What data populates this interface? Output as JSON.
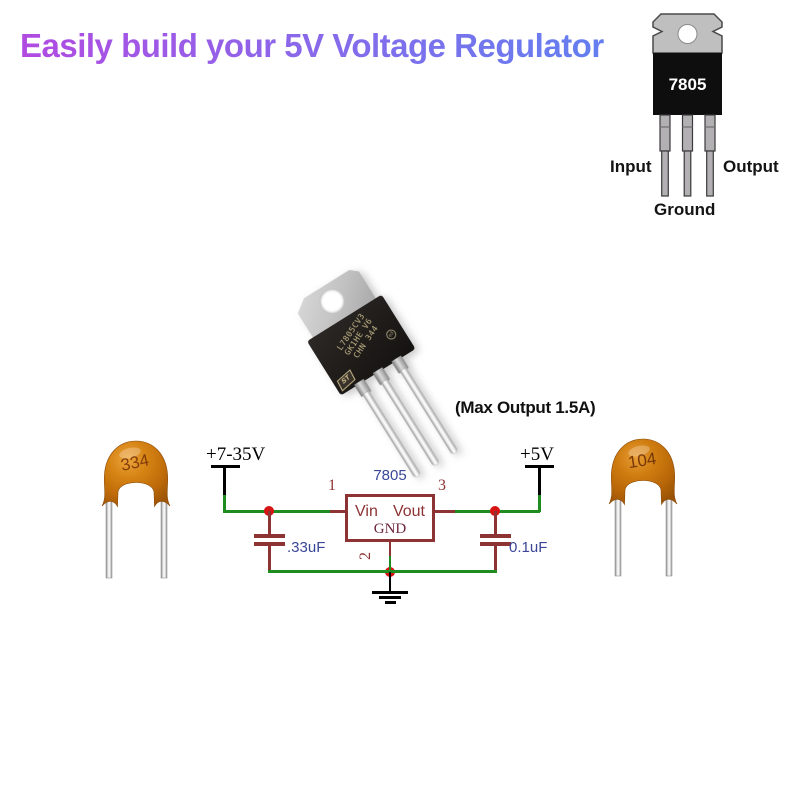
{
  "title": {
    "text": "Easily build your 5V Voltage Regulator"
  },
  "pinout_diagram": {
    "chip_label": "7805",
    "pins": {
      "left": "Input",
      "right": "Output",
      "bottom": "Ground"
    }
  },
  "photo": {
    "body_line1": "L7805CV3",
    "body_line2": "GK1HE V6",
    "body_line3": "CHN 344",
    "logo": "ST",
    "e3_mark": "e3"
  },
  "note": {
    "max_output": "(Max Output 1.5A)"
  },
  "schematic": {
    "input_label": "+7-35V",
    "output_label": "+5V",
    "ic_label": "7805",
    "ic_vin": "Vin",
    "ic_vout": "Vout",
    "ic_gnd": "GND",
    "pin1": "1",
    "pin2": "2",
    "pin3": "3",
    "cap_left_value": ".33uF",
    "cap_right_value": "0.1uF",
    "colors": {
      "wire_green": "#1f8c1f",
      "component_red": "#8e3333",
      "junction_red": "#d61414",
      "label_blue": "#3a4796"
    }
  },
  "capacitor_left": {
    "marking": "334"
  },
  "capacitor_right": {
    "marking": "104"
  }
}
